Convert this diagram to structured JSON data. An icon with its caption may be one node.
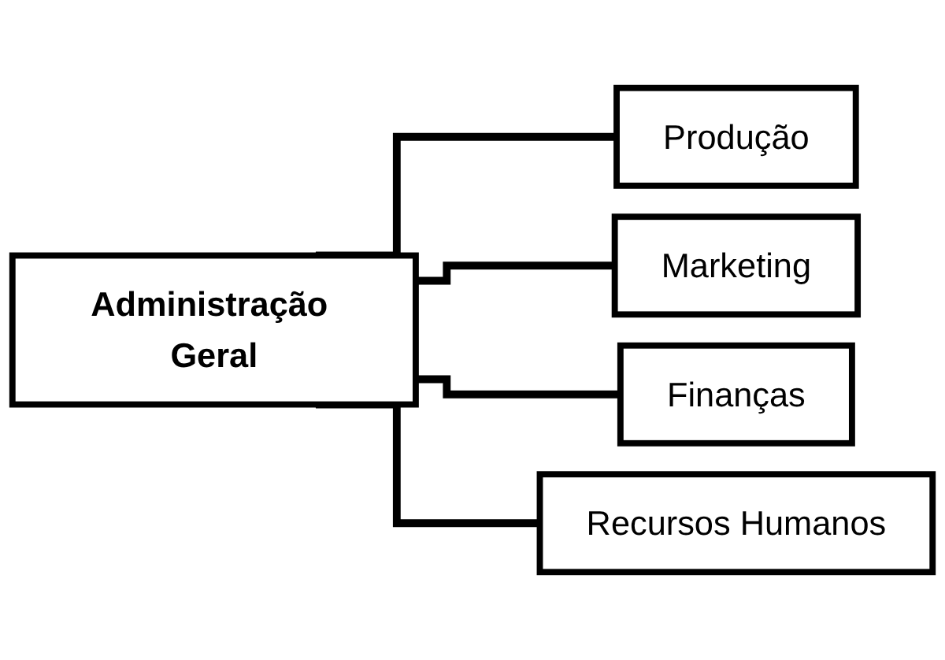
{
  "diagram": {
    "nodes": [
      {
        "text": [
          "Administração Geral"
        ]
      },
      {
        "text": [
          "Produção"
        ]
      },
      {
        "text": [
          "Marketing"
        ]
      },
      {
        "text": [
          "Finanças"
        ]
      },
      {
        "text": [
          "Recursos Humanos"
        ]
      }
    ],
    "edges": [
      {
        "from": 0,
        "to": 1,
        "arrow": "none"
      },
      {
        "from": 0,
        "to": 2,
        "arrow": "none"
      },
      {
        "from": 0,
        "to": 3,
        "arrow": "none"
      },
      {
        "from": 0,
        "to": 4,
        "arrow": "none"
      }
    ]
  }
}
